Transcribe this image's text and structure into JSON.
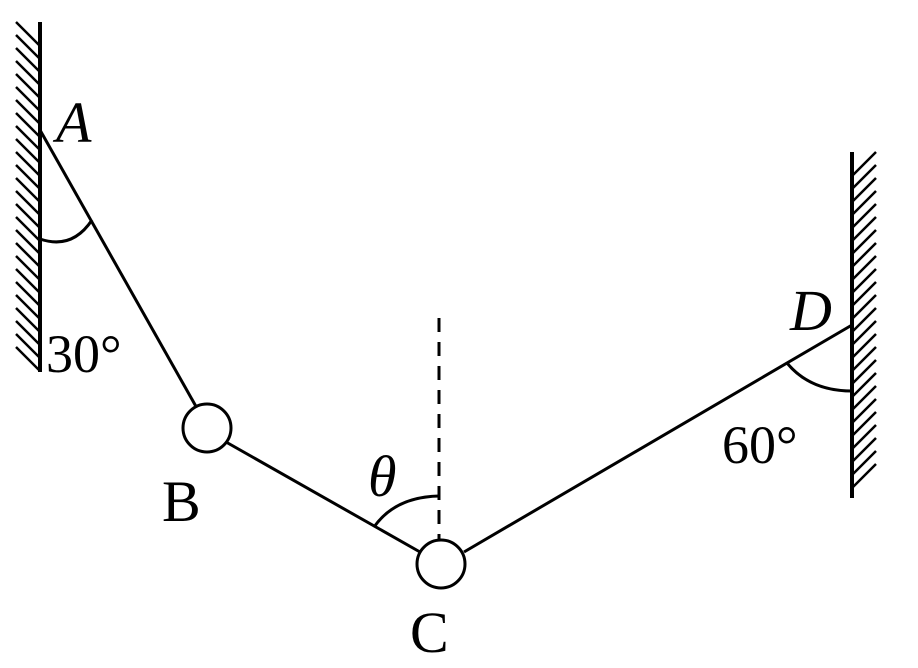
{
  "colors": {
    "ink": "#000000",
    "background": "#ffffff"
  },
  "points": {
    "A": "A",
    "B": "B",
    "C": "C",
    "D": "D"
  },
  "angles": {
    "at_A": "30°",
    "at_C": "θ",
    "at_D": "60°"
  }
}
